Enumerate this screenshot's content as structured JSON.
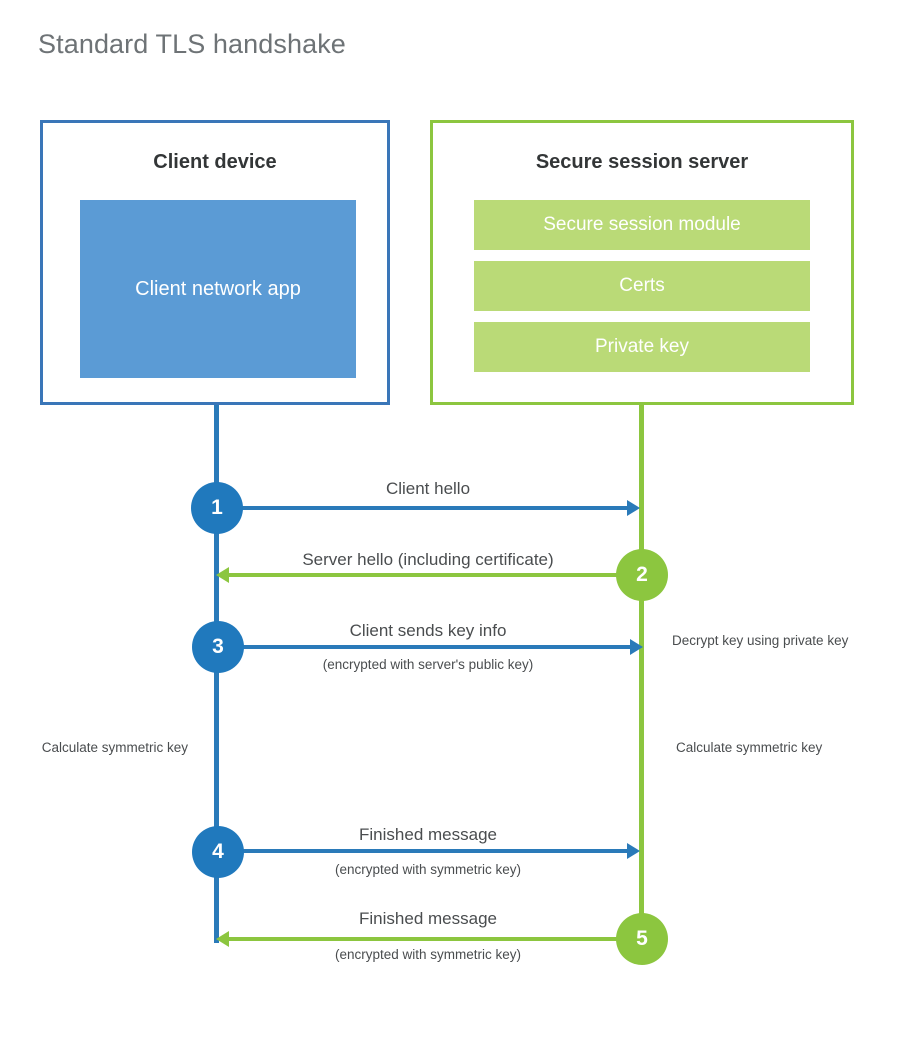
{
  "title": "Standard TLS handshake",
  "parties": {
    "client": {
      "title": "Client device",
      "components": [
        {
          "label": "Client network app"
        }
      ]
    },
    "server": {
      "title": "Secure session server",
      "components": [
        {
          "label": "Secure session module"
        },
        {
          "label": "Certs"
        },
        {
          "label": "Private key"
        }
      ]
    }
  },
  "steps": [
    {
      "number": "1",
      "label": "Client hello",
      "sublabel": "",
      "direction": "client-to-server",
      "color": "#2079bd"
    },
    {
      "number": "2",
      "label": "Server hello (including certificate)",
      "sublabel": "",
      "direction": "server-to-client",
      "color": "#8cc63f"
    },
    {
      "number": "3",
      "label": "Client sends key info",
      "sublabel": "(encrypted with server's public key)",
      "direction": "client-to-server",
      "color": "#2079bd"
    },
    {
      "number": "4",
      "label": "Finished message",
      "sublabel": "(encrypted with symmetric key)",
      "direction": "client-to-server",
      "color": "#2079bd"
    },
    {
      "number": "5",
      "label": "Finished message",
      "sublabel": "(encrypted with symmetric key)",
      "direction": "server-to-client",
      "color": "#8cc63f"
    }
  ],
  "annotations": {
    "server_decrypt": "Decrypt key using private key",
    "client_calculate": "Calculate symmetric key",
    "server_calculate": "Calculate symmetric key"
  },
  "colors": {
    "client_accent": "#2079bd",
    "client_border": "#3a76b8",
    "client_fill": "#5b9bd5",
    "server_accent": "#8cc63f",
    "server_fill": "#bada77",
    "title_text": "#6e7376",
    "body_text": "#4a4d4f"
  }
}
